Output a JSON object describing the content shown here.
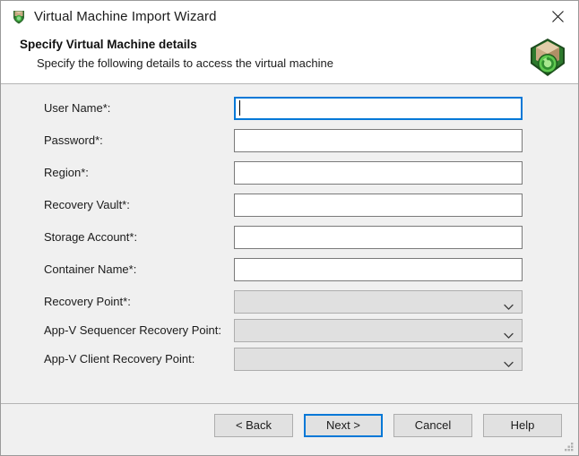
{
  "window": {
    "title": "Virtual Machine Import Wizard",
    "title_icon": "shield-box-icon",
    "close_icon": "close-icon",
    "resize_grip": "resize-grip-icon"
  },
  "header": {
    "title": "Specify Virtual Machine details",
    "subtitle": "Specify the following details to access the virtual machine",
    "icon": "vm-import-box-shield-icon"
  },
  "form": {
    "rows": [
      {
        "label": "User Name*:",
        "type": "textbox",
        "value": "",
        "focused": true,
        "disabled": false
      },
      {
        "label": "Password*:",
        "type": "textbox",
        "value": "",
        "focused": false,
        "disabled": false
      },
      {
        "label": "Region*:",
        "type": "textbox",
        "value": "",
        "focused": false,
        "disabled": false
      },
      {
        "label": "Recovery Vault*:",
        "type": "textbox",
        "value": "",
        "focused": false,
        "disabled": false
      },
      {
        "label": "Storage Account*:",
        "type": "textbox",
        "value": "",
        "focused": false,
        "disabled": false
      },
      {
        "label": "Container Name*:",
        "type": "textbox",
        "value": "",
        "focused": false,
        "disabled": false
      },
      {
        "label": "Recovery Point*:",
        "type": "combobox",
        "value": "",
        "focused": false,
        "disabled": true
      },
      {
        "label": "App-V Sequencer Recovery Point:",
        "type": "combobox",
        "value": "",
        "focused": false,
        "disabled": true
      },
      {
        "label": "App-V Client Recovery Point:",
        "type": "combobox",
        "value": "",
        "focused": false,
        "disabled": true
      }
    ]
  },
  "footer": {
    "buttons": [
      {
        "label": "< Back",
        "name": "back-button",
        "default": false
      },
      {
        "label": "Next >",
        "name": "next-button",
        "default": true
      },
      {
        "label": "Cancel",
        "name": "cancel-button",
        "default": false
      },
      {
        "label": "Help",
        "name": "help-button",
        "default": false
      }
    ]
  },
  "colors": {
    "accent": "#0078d7",
    "window_bg": "#f0f0f0",
    "field_bg": "#ffffff",
    "disabled_bg": "#e0e0e0",
    "border": "#7a7a7a"
  }
}
